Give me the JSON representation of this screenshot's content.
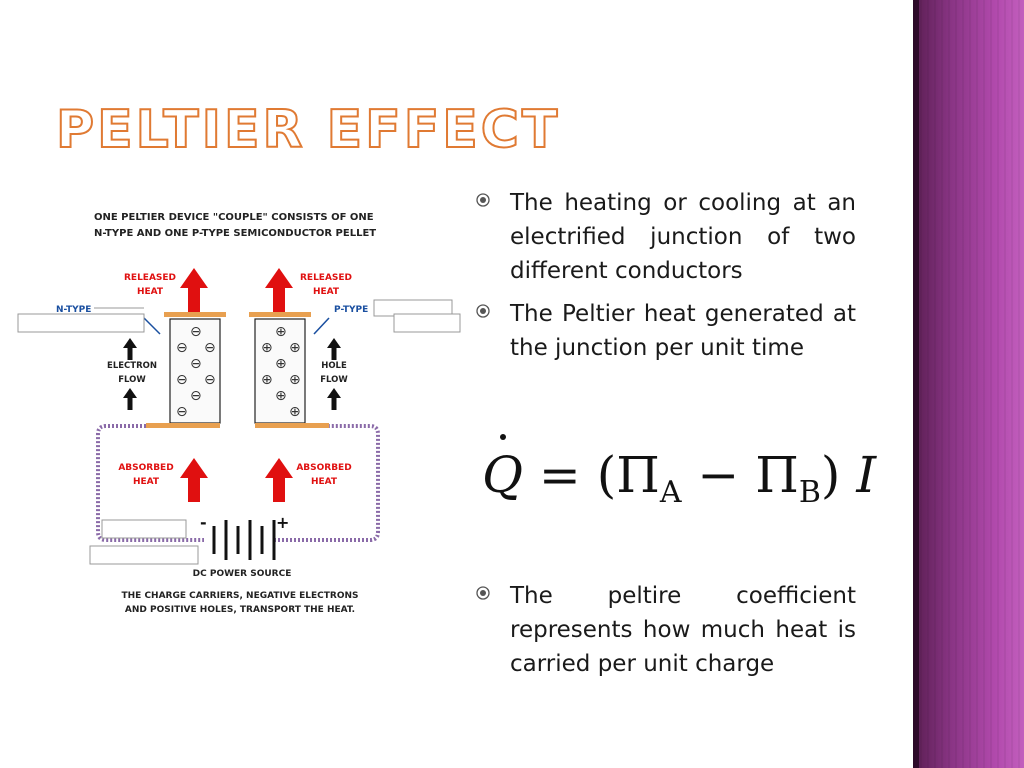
{
  "slide": {
    "title": "Peltier Effect",
    "accent_color": "#e07a33",
    "sidebar_color": "#8a3585"
  },
  "diagram": {
    "caption_top": [
      "ONE PELTIER DEVICE \"COUPLE\" CONSISTS OF ONE",
      "N-TYPE AND ONE P-TYPE SEMICONDUCTOR PELLET"
    ],
    "released_heat_left": [
      "RELEASED",
      "HEAT"
    ],
    "released_heat_right": [
      "RELEASED",
      "HEAT"
    ],
    "n_type_label": "N-TYPE",
    "p_type_label": "P-TYPE",
    "electron_flow": [
      "ELECTRON",
      "FLOW"
    ],
    "hole_flow": [
      "HOLE",
      "FLOW"
    ],
    "absorbed_heat_left": [
      "ABSORBED",
      "HEAT"
    ],
    "absorbed_heat_right": [
      "ABSORBED",
      "HEAT"
    ],
    "minus_sign": "-",
    "plus_sign": "+",
    "power_source_label": "DC POWER SOURCE",
    "caption_bottom": [
      "THE CHARGE CARRIERS, NEGATIVE ELECTRONS",
      "AND POSITIVE HOLES, TRANSPORT THE HEAT."
    ],
    "electron_symbol": "⊖",
    "hole_symbol": "⊕",
    "arrow_color": "#e01010",
    "plate_color": "#e8a050"
  },
  "bullets": [
    {
      "icon": "circle-bullet-icon",
      "text": "The heating or cooling at an electrified junction of two different conductors"
    },
    {
      "icon": "circle-bullet-icon",
      "text": "The Peltier heat generated at the junction per unit time"
    },
    {
      "icon": "circle-bullet-icon",
      "text": "The peltire coefficient represents how much heat is carried per unit charge"
    }
  ],
  "equation": {
    "q": "Q",
    "equals": "=",
    "open_paren": "(",
    "pi_a": "Π",
    "sub_a": "A",
    "minus": "−",
    "pi_b": "Π",
    "sub_b": "B",
    "close_paren": ")",
    "current": "I"
  }
}
